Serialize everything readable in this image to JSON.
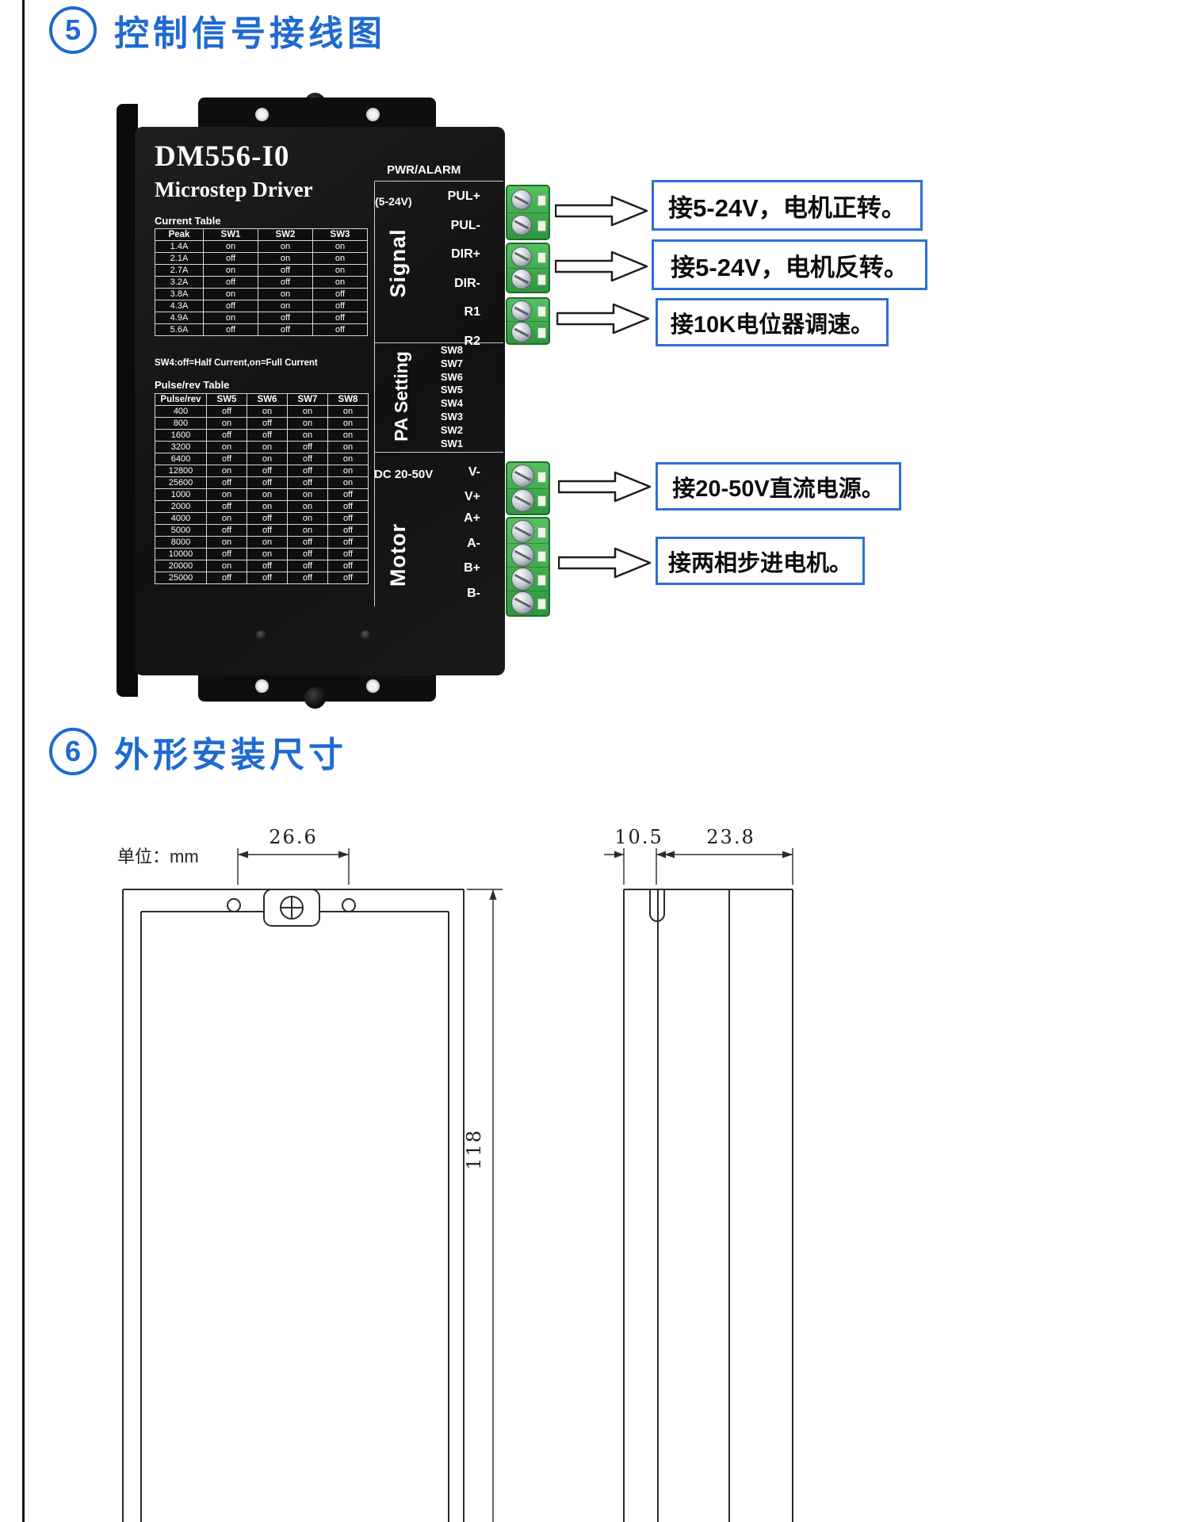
{
  "sections": {
    "wiring_number": "5",
    "wiring_title": "控制信号接线图",
    "dims_number": "6",
    "dims_title": "外形安装尺寸"
  },
  "driver": {
    "model": "DM556-I0",
    "subtitle": "Microstep Driver",
    "pwr_alarm": "PWR/ALARM",
    "signal_voltage": "(5-24V)",
    "signal_label": "Signal",
    "signal_pins": [
      "PUL+",
      "PUL-",
      "DIR+",
      "DIR-",
      "R1",
      "R2"
    ],
    "pa_label": "PA Setting",
    "pa_pins": [
      "SW8",
      "SW7",
      "SW6",
      "SW5",
      "SW4",
      "SW3",
      "SW2",
      "SW1"
    ],
    "power_voltage": "DC 20-50V",
    "power_pins": [
      "V-",
      "V+"
    ],
    "motor_label": "Motor",
    "motor_pins": [
      "A+",
      "A-",
      "B+",
      "B-"
    ],
    "current_table": {
      "title": "Current Table",
      "headers": [
        "Peak",
        "SW1",
        "SW2",
        "SW3"
      ],
      "rows": [
        [
          "1.4A",
          "on",
          "on",
          "on"
        ],
        [
          "2.1A",
          "off",
          "on",
          "on"
        ],
        [
          "2.7A",
          "on",
          "off",
          "on"
        ],
        [
          "3.2A",
          "off",
          "off",
          "on"
        ],
        [
          "3.8A",
          "on",
          "on",
          "off"
        ],
        [
          "4.3A",
          "off",
          "on",
          "off"
        ],
        [
          "4.9A",
          "on",
          "off",
          "off"
        ],
        [
          "5.6A",
          "off",
          "off",
          "off"
        ]
      ]
    },
    "sw4_note": "SW4:off=Half Current,on=Full Current",
    "pulse_table": {
      "title": "Pulse/rev Table",
      "headers": [
        "Pulse/rev",
        "SW5",
        "SW6",
        "SW7",
        "SW8"
      ],
      "rows": [
        [
          "400",
          "off",
          "on",
          "on",
          "on"
        ],
        [
          "800",
          "on",
          "off",
          "on",
          "on"
        ],
        [
          "1600",
          "off",
          "off",
          "on",
          "on"
        ],
        [
          "3200",
          "on",
          "on",
          "off",
          "on"
        ],
        [
          "6400",
          "off",
          "on",
          "off",
          "on"
        ],
        [
          "12800",
          "on",
          "off",
          "off",
          "on"
        ],
        [
          "25600",
          "off",
          "off",
          "off",
          "on"
        ],
        [
          "1000",
          "on",
          "on",
          "on",
          "off"
        ],
        [
          "2000",
          "off",
          "on",
          "on",
          "off"
        ],
        [
          "4000",
          "on",
          "off",
          "on",
          "off"
        ],
        [
          "5000",
          "off",
          "off",
          "on",
          "off"
        ],
        [
          "8000",
          "on",
          "on",
          "off",
          "off"
        ],
        [
          "10000",
          "off",
          "on",
          "off",
          "off"
        ],
        [
          "20000",
          "on",
          "off",
          "off",
          "off"
        ],
        [
          "25000",
          "off",
          "off",
          "off",
          "off"
        ]
      ]
    }
  },
  "terminals": {
    "pul": {
      "pins": 2
    },
    "dir": {
      "pins": 2
    },
    "r": {
      "pins": 2
    },
    "power": {
      "pins": 2
    },
    "motor": {
      "pins": 4
    }
  },
  "annotations": {
    "pul": "接5-24V，电机正转。",
    "dir": "接5-24V，电机反转。",
    "r": "接10K电位器调速。",
    "power": "接20-50V直流电源。",
    "motor": "接两相步进电机。"
  },
  "dims": {
    "unit": "单位：mm",
    "front_width": "26.6",
    "side_width_small": "10.5",
    "side_width_large": "23.8",
    "height": "118"
  }
}
